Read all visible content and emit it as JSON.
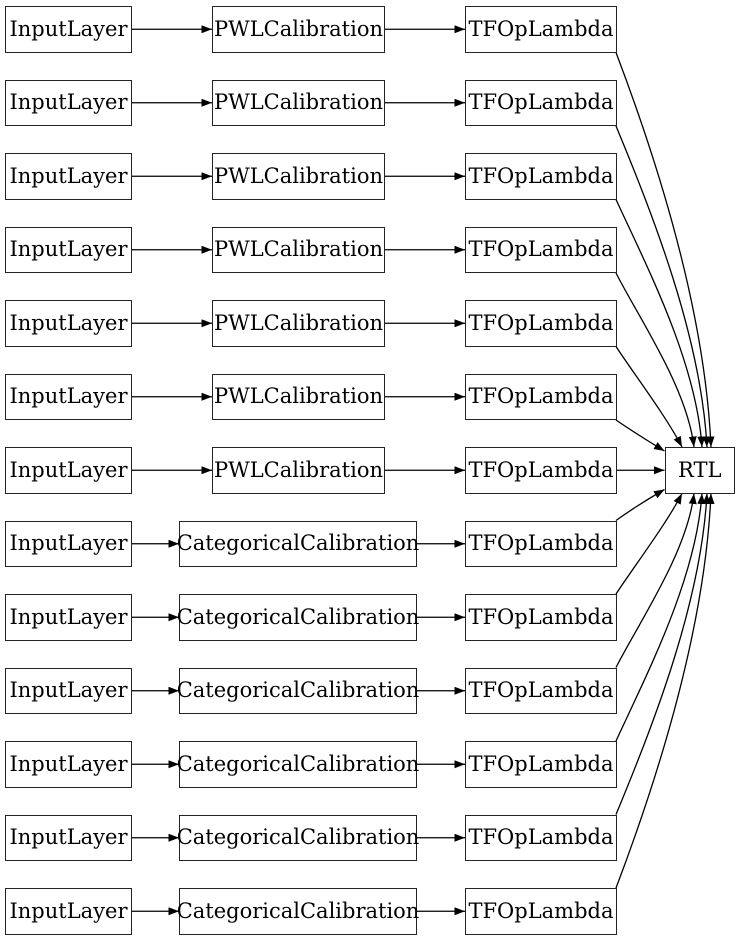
{
  "diagram": {
    "type": "model-graph",
    "rows": [
      {
        "input": "InputLayer",
        "calibration": "PWLCalibration",
        "op": "TFOpLambda"
      },
      {
        "input": "InputLayer",
        "calibration": "PWLCalibration",
        "op": "TFOpLambda"
      },
      {
        "input": "InputLayer",
        "calibration": "PWLCalibration",
        "op": "TFOpLambda"
      },
      {
        "input": "InputLayer",
        "calibration": "PWLCalibration",
        "op": "TFOpLambda"
      },
      {
        "input": "InputLayer",
        "calibration": "PWLCalibration",
        "op": "TFOpLambda"
      },
      {
        "input": "InputLayer",
        "calibration": "PWLCalibration",
        "op": "TFOpLambda"
      },
      {
        "input": "InputLayer",
        "calibration": "PWLCalibration",
        "op": "TFOpLambda"
      },
      {
        "input": "InputLayer",
        "calibration": "CategoricalCalibration",
        "op": "TFOpLambda"
      },
      {
        "input": "InputLayer",
        "calibration": "CategoricalCalibration",
        "op": "TFOpLambda"
      },
      {
        "input": "InputLayer",
        "calibration": "CategoricalCalibration",
        "op": "TFOpLambda"
      },
      {
        "input": "InputLayer",
        "calibration": "CategoricalCalibration",
        "op": "TFOpLambda"
      },
      {
        "input": "InputLayer",
        "calibration": "CategoricalCalibration",
        "op": "TFOpLambda"
      },
      {
        "input": "InputLayer",
        "calibration": "CategoricalCalibration",
        "op": "TFOpLambda"
      }
    ],
    "output": {
      "label": "RTL"
    },
    "connections": {
      "per_row": [
        "input -> calibration",
        "calibration -> op",
        "op -> output"
      ],
      "fan_in_count": 13
    },
    "colors": {
      "background": "#ffffff",
      "node_fill": "#ffffff",
      "node_border": "#242424",
      "edge": "#000000",
      "text": "#000000"
    }
  }
}
